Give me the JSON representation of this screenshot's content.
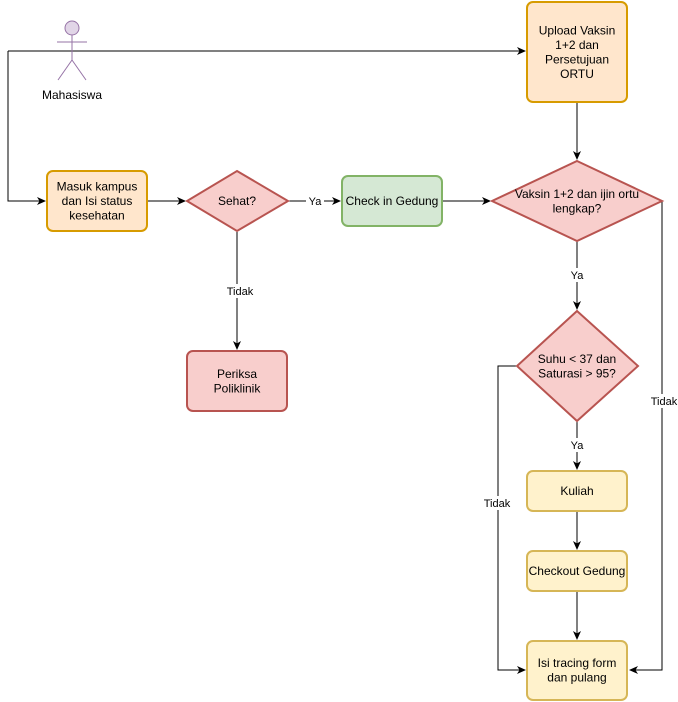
{
  "actor": {
    "label": "Mahasiswa"
  },
  "nodes": {
    "upload": {
      "lines": [
        "Upload Vaksin",
        "1+2 dan",
        "Persetujuan",
        "ORTU"
      ]
    },
    "masuk": {
      "lines": [
        "Masuk kampus",
        "dan Isi status",
        "kesehatan"
      ]
    },
    "sehat": {
      "lines": [
        "Sehat?"
      ]
    },
    "checkin": {
      "lines": [
        "Check in Gedung"
      ]
    },
    "vaksin": {
      "lines": [
        "Vaksin 1+2 dan ijin ortu",
        "lengkap?"
      ]
    },
    "periksa": {
      "lines": [
        "Periksa",
        "Poliklinik"
      ]
    },
    "suhu": {
      "lines": [
        "Suhu < 37 dan",
        "Saturasi > 95?"
      ]
    },
    "kuliah": {
      "lines": [
        "Kuliah"
      ]
    },
    "checkout": {
      "lines": [
        "Checkout Gedung"
      ]
    },
    "tracing": {
      "lines": [
        "Isi tracing form",
        "dan pulang"
      ]
    }
  },
  "edge_labels": {
    "sehat_ya": "Ya",
    "sehat_tidak": "Tidak",
    "vaksin_ya": "Ya",
    "vaksin_tidak": "Tidak",
    "suhu_ya": "Ya",
    "suhu_tidak": "Tidak"
  },
  "colors": {
    "orange_fill": "#ffe6cc",
    "orange_stroke": "#d79b00",
    "red_fill": "#f8cecc",
    "red_stroke": "#b85450",
    "green_fill": "#d5e8d4",
    "green_stroke": "#82b366",
    "yellow_fill": "#fff2cc",
    "yellow_stroke": "#d6b656",
    "actor_fill": "#e1d5e7",
    "actor_stroke": "#9673a6",
    "line": "#000000"
  }
}
